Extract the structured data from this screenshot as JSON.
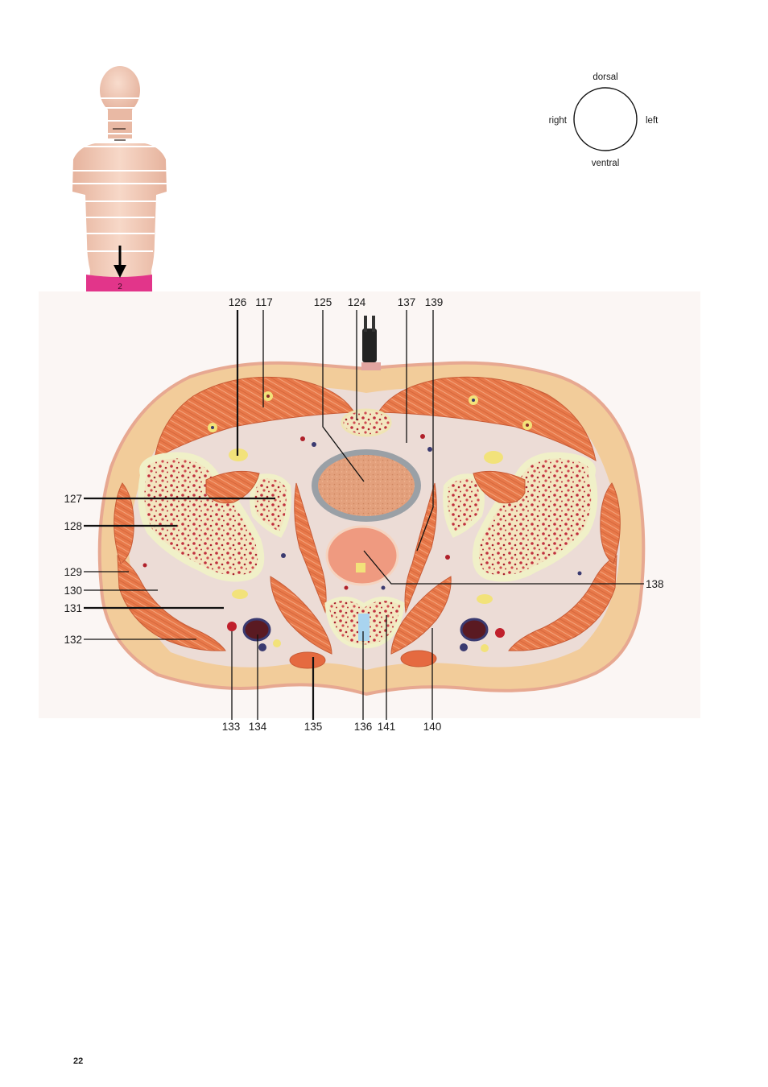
{
  "orientation": {
    "top": "dorsal",
    "right_side": "right",
    "left_side": "left",
    "bottom": "ventral"
  },
  "torso_slice_number": "2",
  "labels": {
    "l117": "117",
    "l124": "124",
    "l125": "125",
    "l126": "126",
    "l127": "127",
    "l128": "128",
    "l129": "129",
    "l130": "130",
    "l131": "131",
    "l132": "132",
    "l133": "133",
    "l134": "134",
    "l135": "135",
    "l136": "136",
    "l137": "137",
    "l138": "138",
    "l139": "139",
    "l140": "140",
    "l141": "141"
  },
  "page_number": "22",
  "colors": {
    "skin": "#f2cc9a",
    "fat": "#f6d2a4",
    "muscle": "#e8794a",
    "bone": "#f4ecc8",
    "marrow": "#c43a46",
    "highlight_band": "#e2358a",
    "figure_skin": "#f1c8b4"
  }
}
